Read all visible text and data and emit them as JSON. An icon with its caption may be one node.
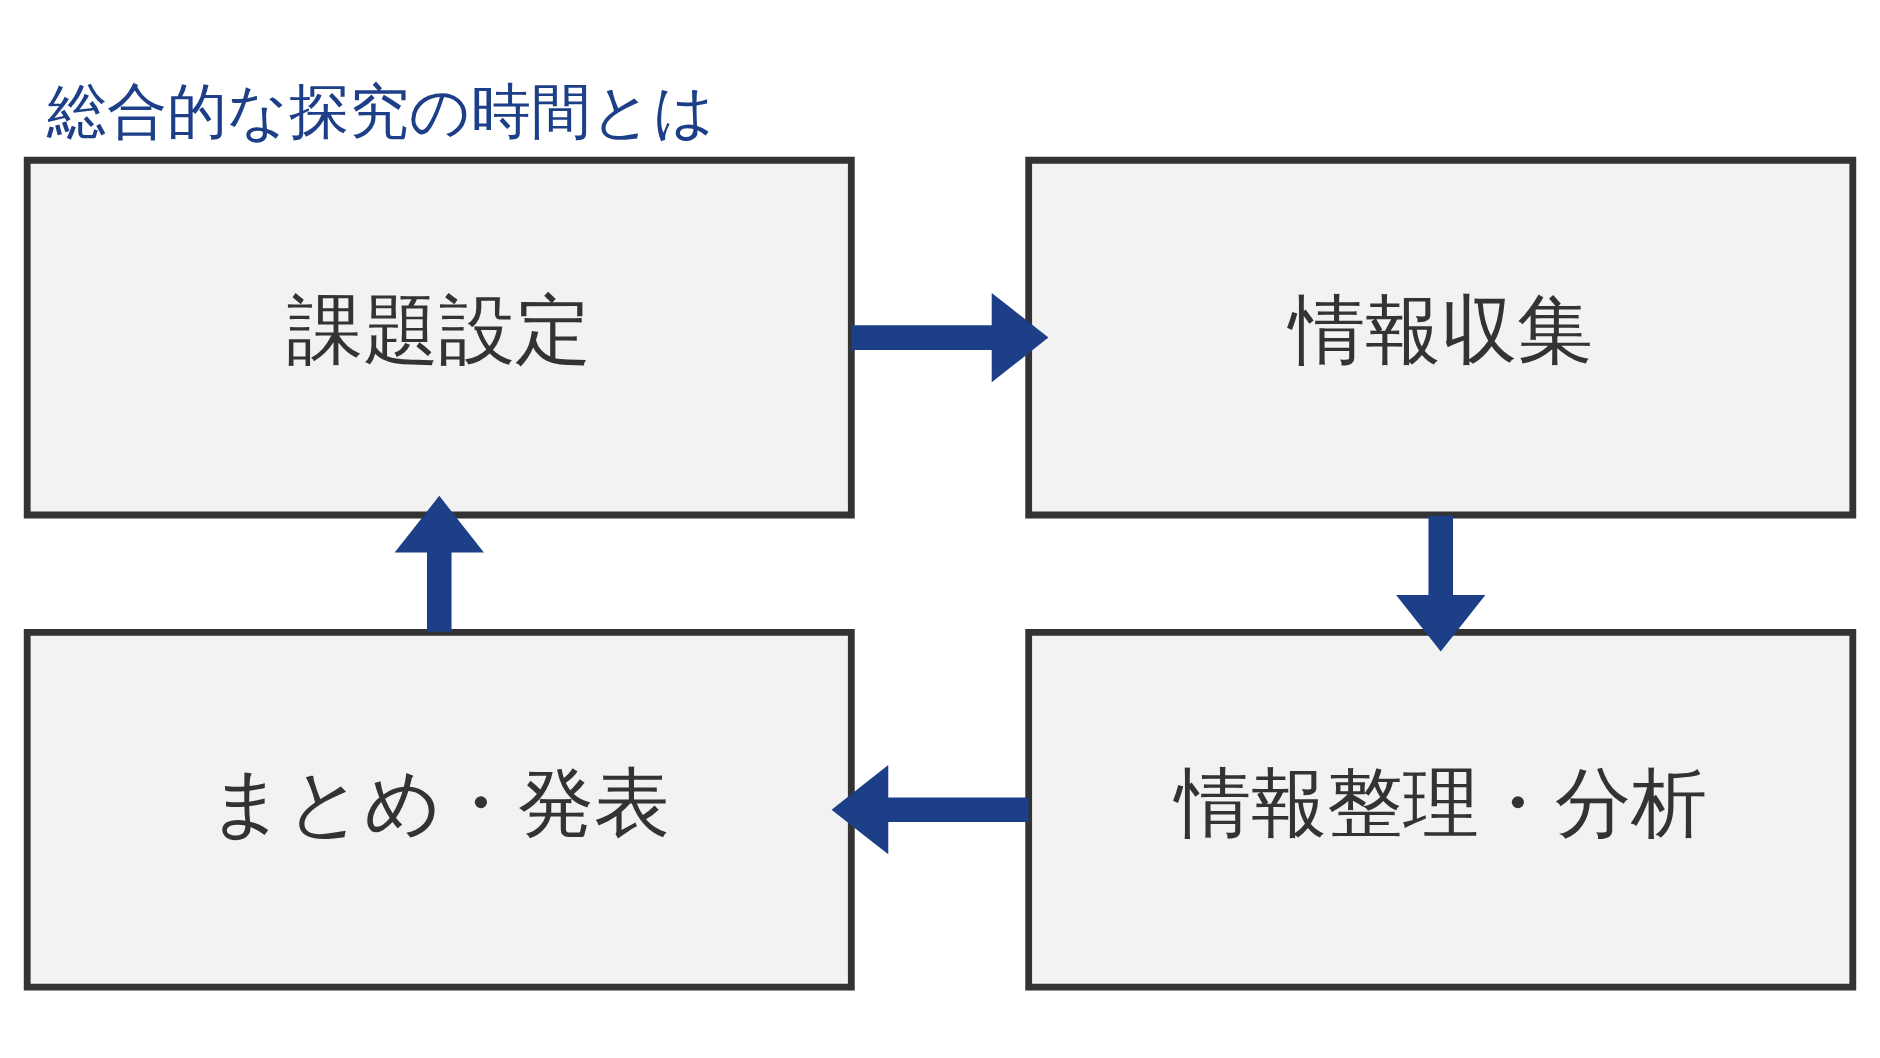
{
  "diagram": {
    "title": "総合的な探究の時間とは",
    "nodes": [
      {
        "text": [
          "課題設定"
        ]
      },
      {
        "text": [
          "情報収集"
        ]
      },
      {
        "text": [
          "情報整理・分析"
        ]
      },
      {
        "text": [
          "まとめ・発表"
        ]
      }
    ],
    "edges": [
      {
        "from": 0,
        "to": 1,
        "arrow": "to"
      },
      {
        "from": 1,
        "to": 2,
        "arrow": "to"
      },
      {
        "from": 2,
        "to": 3,
        "arrow": "to"
      },
      {
        "from": 3,
        "to": 0,
        "arrow": "to"
      }
    ]
  }
}
